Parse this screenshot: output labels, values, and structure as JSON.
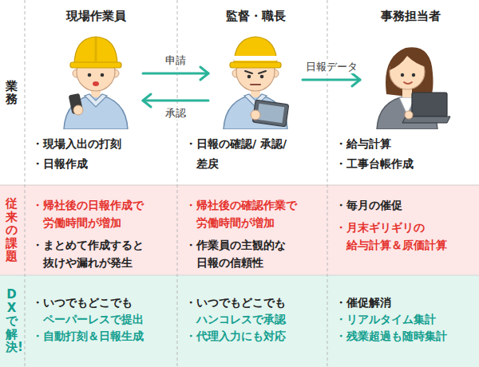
{
  "diagram": {
    "nodes": [
      {
        "text": [
          "業務",
          "・現場入出の打刻",
          "・日報作成",
          "・日報の確認/ 承認/差戻",
          "・給与計算",
          "・工事台帳作成"
        ]
      },
      {
        "text": [
          "現場作業員"
        ],
        "in": 0
      },
      {
        "text": [
          "監督・職長"
        ],
        "in": 0
      },
      {
        "text": [
          "事務担当者"
        ],
        "in": 0
      },
      {
        "text": [
          "従来の課題",
          "・帰社後の日報作成で 労働時間が増加",
          "・まとめて作成すると 抜けや漏れが発生",
          "・帰社後の確認作業で 労働時間が増加",
          "・作業員の主観的な 日報の信頼性",
          "・毎月の催促",
          "・月末ギリギリの 給与計算＆原価計算"
        ]
      },
      {
        "text": [
          "DXで解決!",
          "・いつでもどこでも",
          "ペーパーレスで提出",
          "・自動打刻＆日報生成",
          "・いつでもどこでも",
          "ハンコレスで承認",
          "・代理入力にも対応",
          "・催促解消",
          "・リアルタイム集計",
          "・残業超過も随時集計"
        ]
      }
    ],
    "edges": [
      {
        "from": 1,
        "to": 2,
        "label": "申請",
        "arrow": "to"
      },
      {
        "from": 2,
        "to": 1,
        "label": "承認",
        "arrow": "to"
      },
      {
        "from": 2,
        "to": 3,
        "label": "日報データ",
        "arrow": "to"
      }
    ]
  }
}
